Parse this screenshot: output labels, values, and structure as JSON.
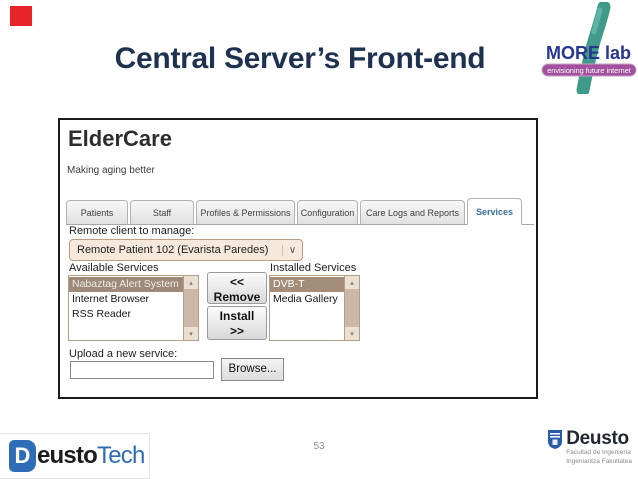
{
  "slide": {
    "title": "Central Server’s Front-end",
    "page_number": "53"
  },
  "logos": {
    "morelab": {
      "name": "MORE lab",
      "tagline": "envisioning future internet"
    },
    "deustotech": {
      "initial": "D",
      "part1": "eusto",
      "part2": "Tech"
    },
    "deusto": {
      "name": "Deusto",
      "subtitle_line1": "Facultad de Ingeniería",
      "subtitle_line2": "Ingeniaritza Fakultatea"
    }
  },
  "app": {
    "title": "ElderCare",
    "tagline": "Making aging better",
    "tabs": [
      {
        "label": "Patients",
        "active": false
      },
      {
        "label": "Staff",
        "active": false
      },
      {
        "label": "Profiles & Permissions",
        "active": false
      },
      {
        "label": "Configuration",
        "active": false
      },
      {
        "label": "Care Logs and Reports",
        "active": false
      },
      {
        "label": "Services",
        "active": true
      }
    ],
    "remote_client": {
      "label": "Remote client to manage:",
      "selected_option": "Remote Patient 102 (Evarista Paredes)",
      "dropdown_icon_glyph": "∨"
    },
    "available_services": {
      "label": "Available Services",
      "items": [
        {
          "label": "Nabaztag Alert System",
          "selected": true
        },
        {
          "label": "Internet Browser",
          "selected": false
        },
        {
          "label": "RSS Reader",
          "selected": false
        }
      ]
    },
    "installed_services": {
      "label": "Installed Services",
      "items": [
        {
          "label": "DVB-T",
          "selected": true
        },
        {
          "label": "Media Gallery",
          "selected": false
        }
      ]
    },
    "transfer_buttons": {
      "remove_arrows": "<<",
      "remove_label": "Remove",
      "install_label": "Install",
      "install_arrows": ">>"
    },
    "upload": {
      "label": "Upload a new service:",
      "input_value": "",
      "browse_label": "Browse..."
    },
    "scrollbar": {
      "up_glyph": "▴",
      "down_glyph": "▾"
    }
  },
  "colors": {
    "accent_red": "#e8232a",
    "title_navy": "#1f3150",
    "active_tab_blue": "#3c6d9c",
    "available_selection": "#9d8a7a",
    "installed_selection": "#a58e79",
    "control_beige": "#f6e8db",
    "control_border": "#b99d85",
    "morelab_teal": "#3f9a8a",
    "morelab_navy": "#283593",
    "morelab_purple": "#a1519e",
    "deusto_blue": "#2d6db5"
  }
}
